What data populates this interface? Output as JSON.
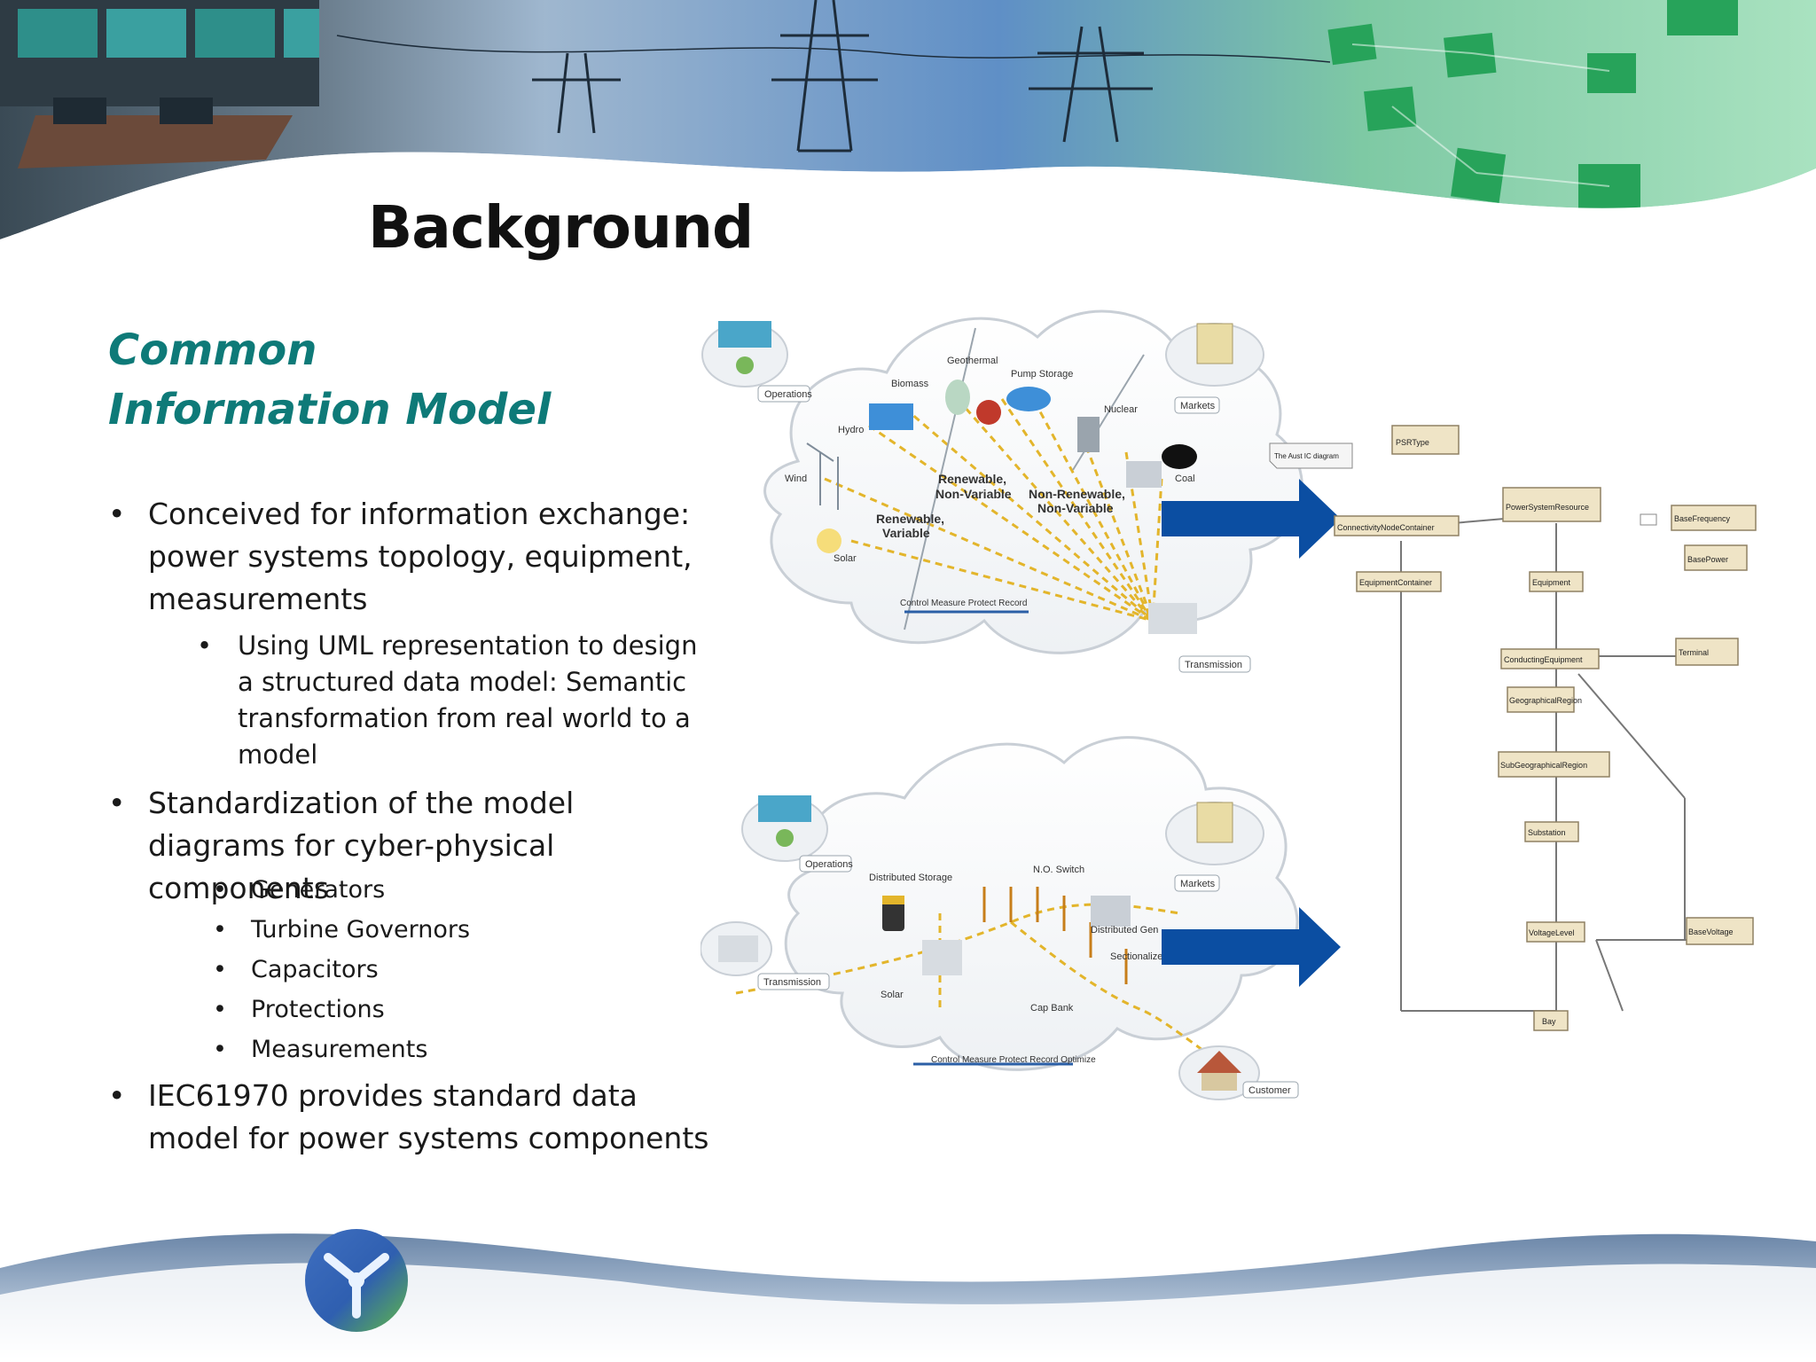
{
  "slide": {
    "title": "Background",
    "subtitle": "Common Information Model",
    "bullets": [
      "Conceived for information exchange: power systems topology, equipment, measurements",
      "Using UML representation to design a structured data model: Semantic transformation from real world to a model",
      "Standardization of the model diagrams for cyber-physical components",
      "IEC61970 provides standard data model for power systems components"
    ],
    "components": [
      "Generators",
      "Turbine Governors",
      "Capacitors",
      "Protections",
      "Measurements"
    ],
    "bullet_char": "•"
  },
  "top_diagram": {
    "labels": {
      "operations": "Operations",
      "markets": "Markets",
      "transmission": "Transmission",
      "biomass": "Biomass",
      "geothermal": "Geothermal",
      "pump_storage": "Pump Storage",
      "hydro": "Hydro",
      "nuclear": "Nuclear",
      "wind": "Wind",
      "coal": "Coal",
      "solar": "Solar",
      "renewable_nonvariable_1": "Renewable,",
      "renewable_nonvariable_2": "Non-Variable",
      "nonrenewable_1": "Non-Renewable,",
      "nonrenewable_2": "Non-Variable",
      "renewable_variable_1": "Renewable,",
      "renewable_variable_2": "Variable",
      "functions": "Control Measure Protect Record"
    }
  },
  "bottom_diagram": {
    "labels": {
      "operations": "Operations",
      "markets": "Markets",
      "transmission": "Transmission",
      "distributed_storage": "Distributed Storage",
      "no_switch": "N.O. Switch",
      "distributed_gen": "Distributed Gen",
      "sectionalizer": "Sectionalizer",
      "solar": "Solar",
      "cap_bank": "Cap Bank",
      "customer": "Customer",
      "functions": "Control Measure Protect Record Optimize"
    }
  },
  "uml": {
    "note": "The Aust IC diagram",
    "classes": [
      "PSRType",
      "PowerSystemResource",
      "ConnectivityNodeContainer",
      "BaseFrequency",
      "BasePower",
      "EquipmentContainer",
      "Equipment",
      "ConductingEquipment",
      "Terminal",
      "GeographicalRegion",
      "SubGeographicalRegion",
      "Substation",
      "VoltageLevel",
      "BaseVoltage",
      "Bay"
    ]
  },
  "colors": {
    "title": "#111111",
    "subtitle": "#0e7a78",
    "arrow": "#0b4ea2",
    "dashed_line": "#e3b52b"
  }
}
